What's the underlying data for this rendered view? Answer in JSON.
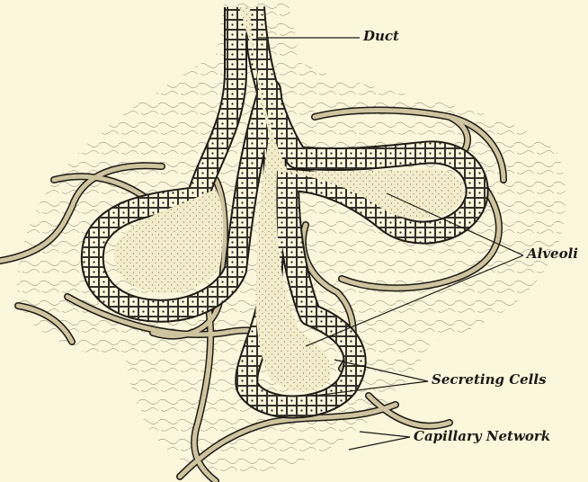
{
  "labels": {
    "duct": "Duct",
    "alveoli": "Alveoli",
    "secreting_cells": "Secreting Cells",
    "capillary_network": "Capillary Network"
  },
  "colors": {
    "paper": "#fbf6dc",
    "ink": "#1d1a14",
    "lumen": "#f2ecca",
    "vessel": "#cfc4a0"
  }
}
